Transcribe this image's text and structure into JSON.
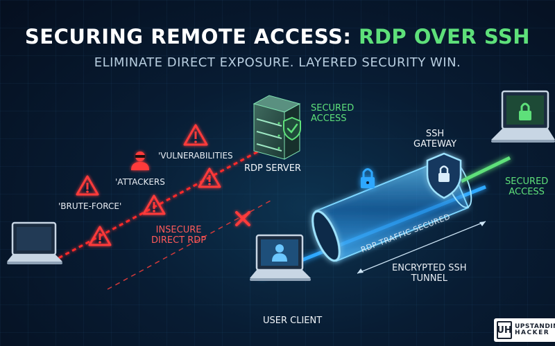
{
  "header": {
    "title_main": "SECURING REMOTE ACCESS: ",
    "title_accent": "RDP OVER SSH",
    "subtitle": "ELIMINATE DIRECT EXPOSURE. LAYERED SECURITY WIN."
  },
  "nodes": {
    "rdp_server": {
      "label": "RDP SERVER",
      "status": "SECURED\nACCESS"
    },
    "ssh_gateway": {
      "label": "SSH\nGATEWAY"
    },
    "remote_laptop": {
      "status": "SECURED\nACCESS"
    },
    "user_client": {
      "label": "USER CLIENT"
    }
  },
  "insecure_path": {
    "label": "INSECURE\nDIRECT RDP",
    "threats": [
      "'VULNERABILITIES",
      "'ATTACKERS",
      "'BRUTE-FORCE'"
    ]
  },
  "tunnel": {
    "inner_text": "RDP TRAFFIC SECURED",
    "label": "ENCRYPTED SSH\nTUNNEL"
  },
  "brand": {
    "mark": "UH",
    "line1": "UPSTANDING",
    "line2": "HACKER"
  },
  "colors": {
    "secure_green": "#5ee07a",
    "danger_red": "#ff3b3b",
    "tunnel_blue": "#2ea8ff",
    "background": "#081c33"
  },
  "icons": [
    "warning-icon",
    "hacker-icon",
    "lock-icon",
    "shield-lock-icon",
    "server-icon",
    "laptop-icon",
    "user-icon",
    "cross-icon"
  ]
}
